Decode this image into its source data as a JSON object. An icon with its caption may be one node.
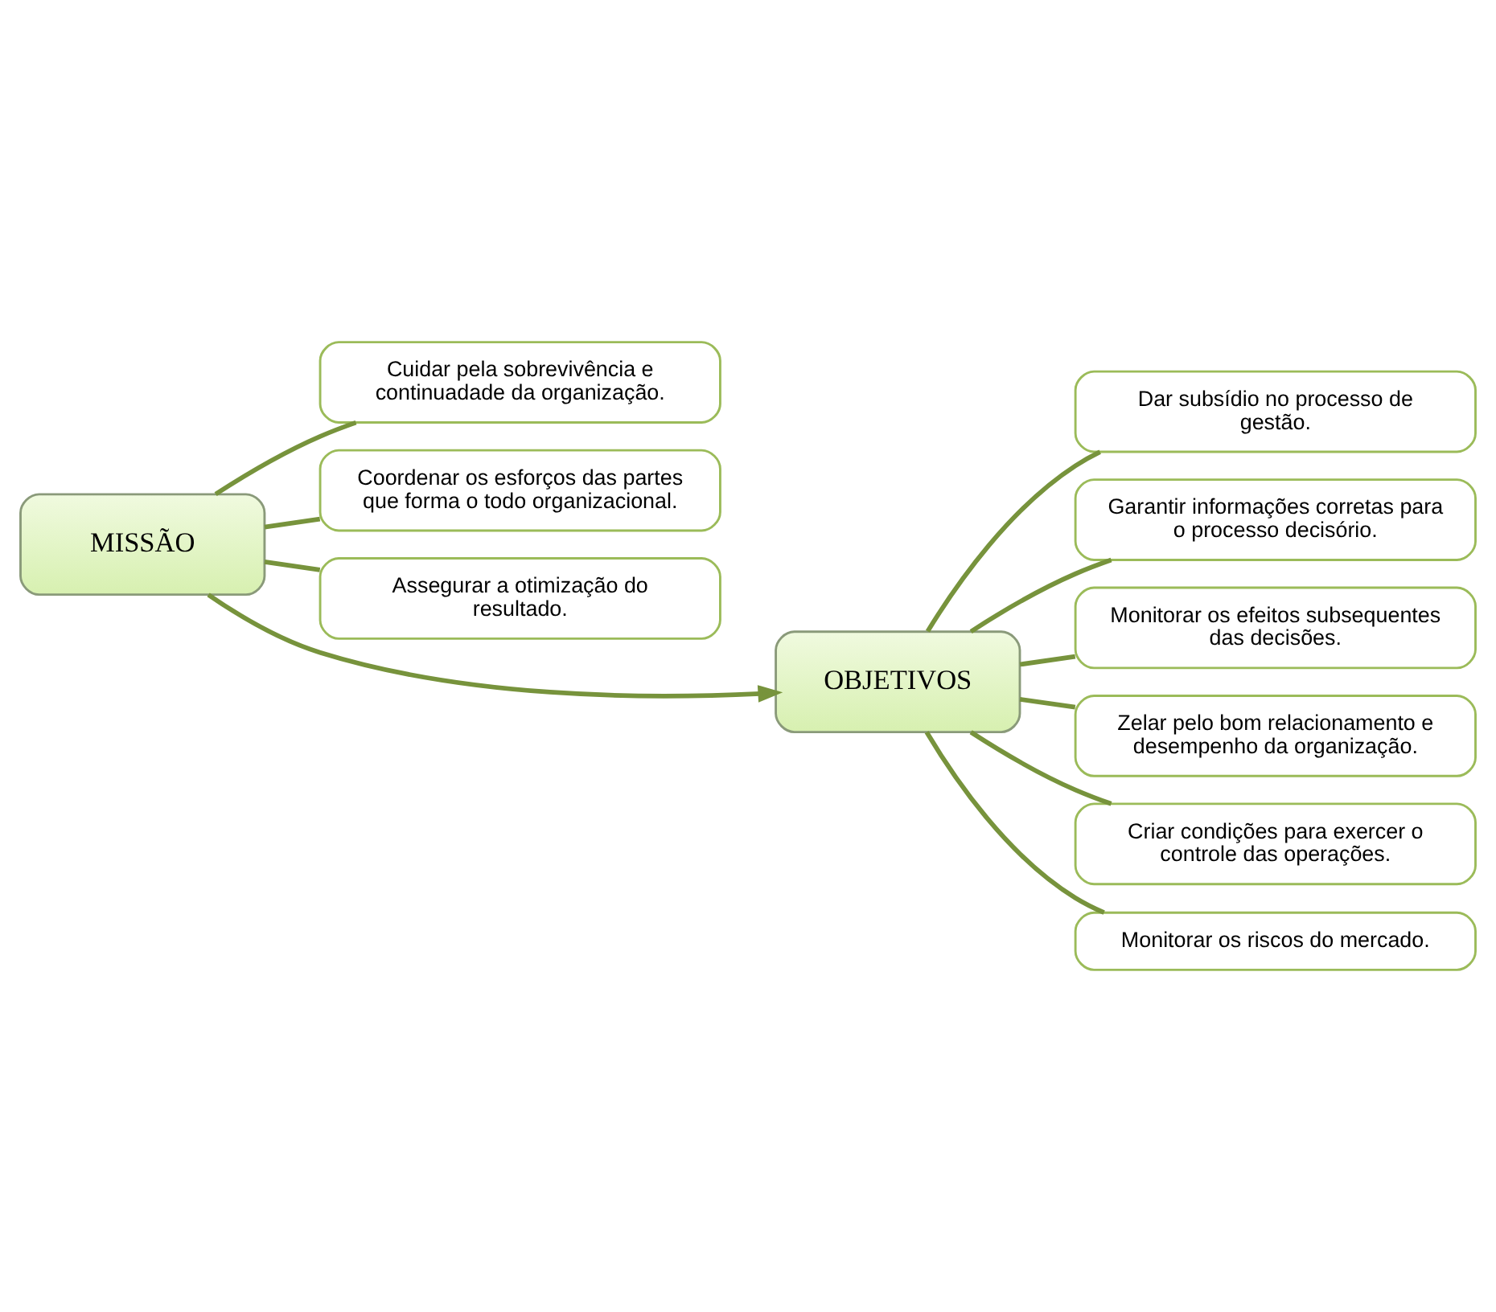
{
  "diagram": {
    "nodes": [
      {
        "text": [
          "MISSÃO"
        ]
      },
      {
        "text": [
          "Cuidar pela sobrevivência e continuadade da organização."
        ]
      },
      {
        "text": [
          "Coordenar os esforços das partes que forma o todo organizacional."
        ]
      },
      {
        "text": [
          "Assegurar a otimização do resultado."
        ]
      },
      {
        "text": [
          "OBJETIVOS"
        ]
      },
      {
        "text": [
          "Dar subsídio no processo de gestão."
        ]
      },
      {
        "text": [
          "Garantir informações corretas para o processo decisório."
        ]
      },
      {
        "text": [
          "Monitorar os efeitos subsequentes das decisões."
        ]
      },
      {
        "text": [
          "Zelar pelo bom relacionamento e desempenho da organização."
        ]
      },
      {
        "text": [
          "Criar condições para exercer o controle das operações."
        ]
      },
      {
        "text": [
          "Monitorar os riscos do mercado."
        ]
      }
    ],
    "edges": [
      {
        "from": 0,
        "to": 1,
        "arrow": "none"
      },
      {
        "from": 0,
        "to": 2,
        "arrow": "none"
      },
      {
        "from": 0,
        "to": 3,
        "arrow": "none"
      },
      {
        "from": 4,
        "to": 5,
        "arrow": "none"
      },
      {
        "from": 4,
        "to": 6,
        "arrow": "none"
      },
      {
        "from": 4,
        "to": 7,
        "arrow": "none"
      },
      {
        "from": 4,
        "to": 8,
        "arrow": "none"
      },
      {
        "from": 4,
        "to": 9,
        "arrow": "none"
      },
      {
        "from": 4,
        "to": 10,
        "arrow": "none"
      },
      {
        "from": 0,
        "to": 4,
        "arrow": "to"
      }
    ]
  }
}
